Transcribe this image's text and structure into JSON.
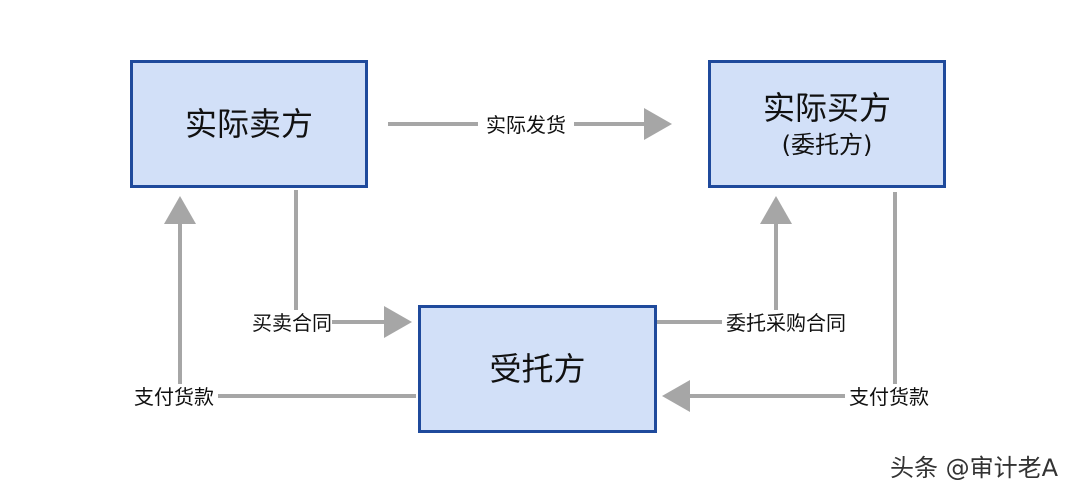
{
  "nodes": {
    "seller": {
      "label": "实际卖方"
    },
    "buyer": {
      "label": "实际买方",
      "sublabel": "(委托方)"
    },
    "agent": {
      "label": "受托方"
    }
  },
  "edges": {
    "ship": {
      "label": "实际发货"
    },
    "sales_contract": {
      "label": "买卖合同"
    },
    "entrust_contract": {
      "label": "委托采购合同"
    },
    "pay_left": {
      "label": "支付货款"
    },
    "pay_right": {
      "label": "支付货款"
    }
  },
  "watermark": {
    "text": "头条 @审计老A"
  },
  "colors": {
    "box_fill": "#d2e0f8",
    "box_border": "#1f4a9c",
    "arrow": "#a6a6a6"
  }
}
